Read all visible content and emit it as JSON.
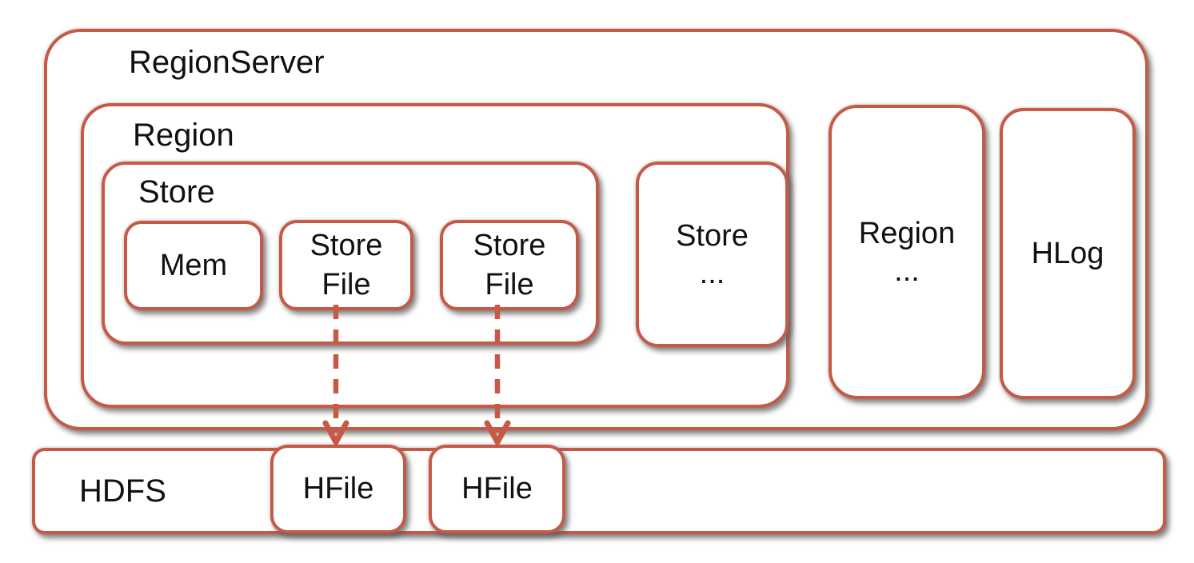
{
  "colors": {
    "border_red": "#c65a46",
    "text_black": "#111111",
    "shadow_gray": "#8f8f8f",
    "background": "#ffffff"
  },
  "boxes": {
    "regionserver": {
      "label": "RegionServer"
    },
    "region": {
      "label": "Region"
    },
    "store": {
      "label": "Store"
    },
    "mem": {
      "label": "Mem"
    },
    "storefile_left": {
      "label": "Store File"
    },
    "storefile_right": {
      "label": "Store File"
    },
    "store_more": {
      "label": "Store",
      "ellipsis": "..."
    },
    "region_more": {
      "label": "Region",
      "ellipsis": "..."
    },
    "hlog": {
      "label": "HLog"
    },
    "hdfs": {
      "label": "HDFS"
    },
    "hfile_left": {
      "label": "HFile"
    },
    "hfile_right": {
      "label": "HFile"
    }
  },
  "arrows": {
    "left": {
      "from": "Store File",
      "to": "HFile",
      "style": "dashed"
    },
    "right": {
      "from": "Store File",
      "to": "HFile",
      "style": "dashed"
    }
  }
}
